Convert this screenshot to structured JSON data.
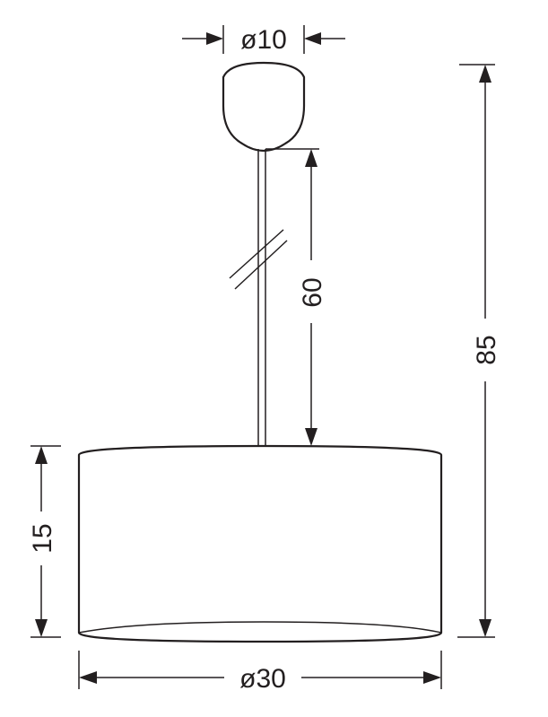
{
  "dimensions": {
    "canopy_diameter": "ø10",
    "cable_length": "60",
    "total_height": "85",
    "shade_height": "15",
    "shade_diameter": "ø30"
  },
  "colors": {
    "ink": "#231f20",
    "background": "#ffffff"
  }
}
